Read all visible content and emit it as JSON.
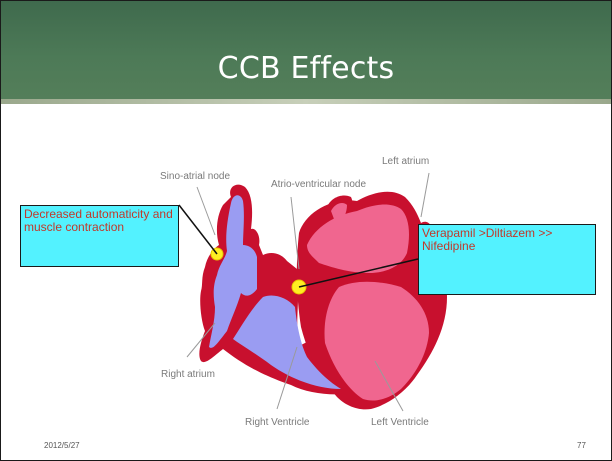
{
  "slide": {
    "title": "CCB Effects",
    "date": "2012/5/27",
    "page_number": "77"
  },
  "diagram": {
    "labels": {
      "sa_node": "Sino-atrial node",
      "left_atrium": "Left atrium",
      "av_node": "Atrio-ventricular node",
      "right_atrium": "Right atrium",
      "right_ventricle": "Right Ventricle",
      "left_ventricle": "Left Ventricle"
    },
    "callouts": {
      "sa_effect": "Decreased automaticity and muscle contraction",
      "av_effect": "Verapamil >Diltiazem >> Nifedipine"
    },
    "colors": {
      "wall": "#c8102e",
      "right_heart": "#9a9cf2",
      "left_heart": "#f0668f",
      "node": "#ffee22",
      "callout_fill": "#53f2ff",
      "callout_text": "#c0392b",
      "header_green": "#4d7a57"
    }
  }
}
